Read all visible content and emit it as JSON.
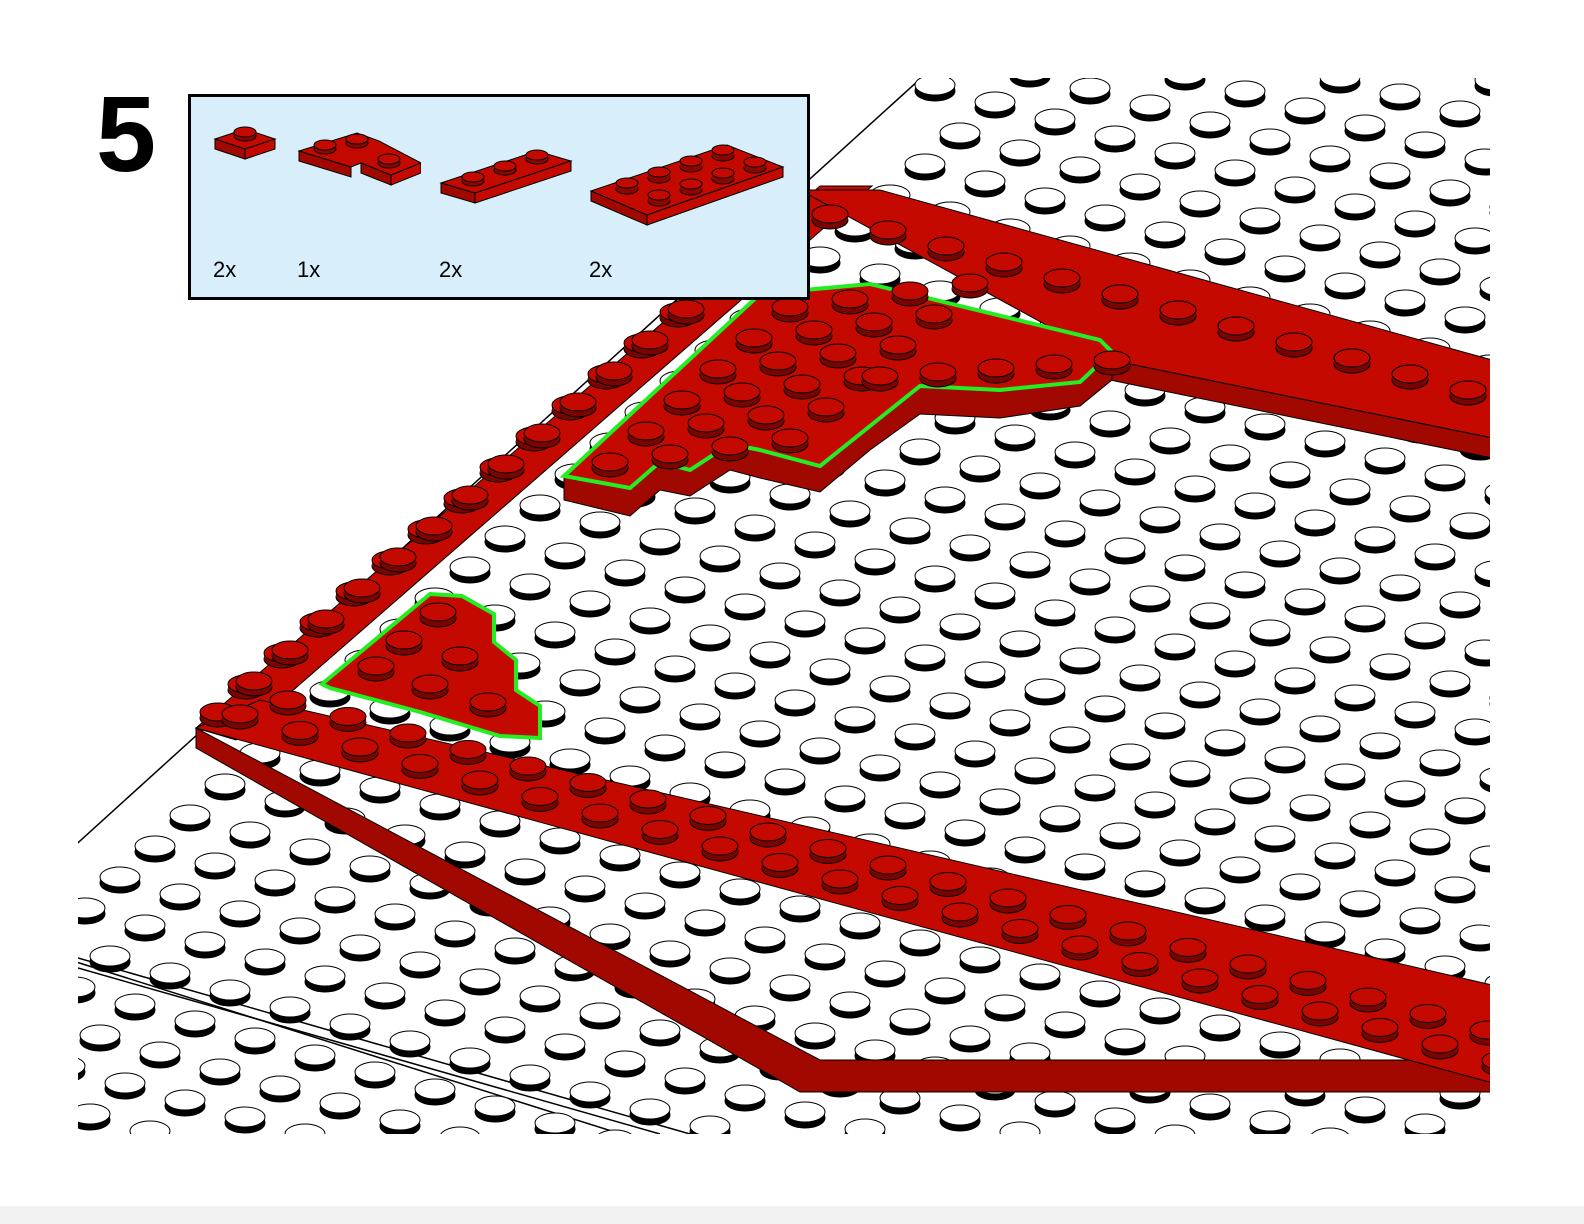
{
  "step": {
    "number": "5"
  },
  "parts_list": [
    {
      "name": "plate-1x1-icon",
      "quantity": "2x"
    },
    {
      "name": "plate-corner-2x2-icon",
      "quantity": "1x"
    },
    {
      "name": "plate-1x3-icon",
      "quantity": "2x"
    },
    {
      "name": "plate-2x4-icon",
      "quantity": "2x"
    }
  ],
  "colors": {
    "brick_red": "#c40a00",
    "brick_red_side": "#a00800",
    "baseplate_white": "#ffffff",
    "stud_shadow": "#000000",
    "highlight_outline": "#22ee22",
    "callout_background": "#d8eefa"
  }
}
